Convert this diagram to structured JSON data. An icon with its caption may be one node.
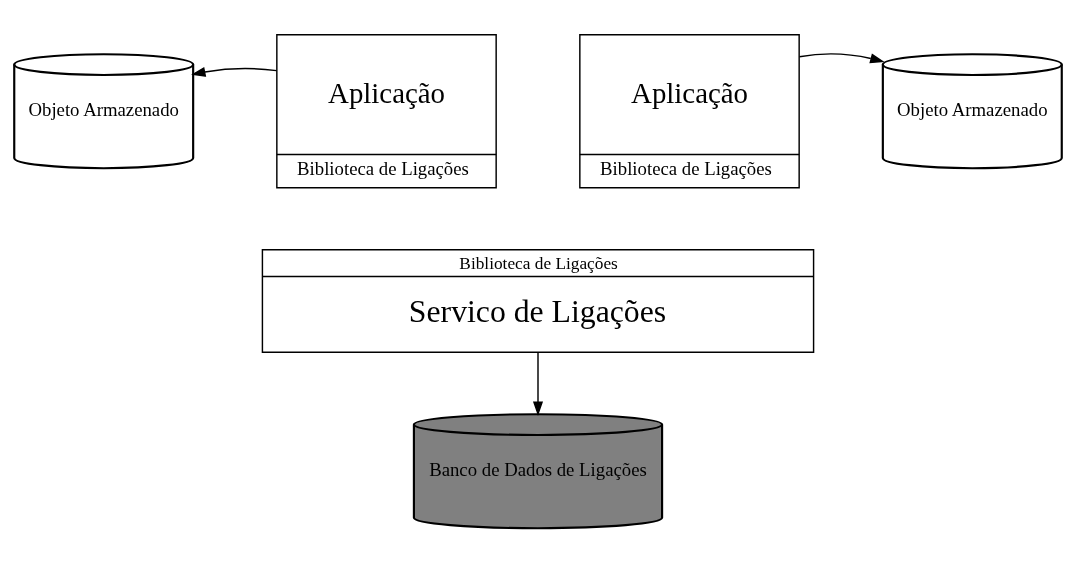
{
  "diagram": {
    "nodes": [
      {
        "text": [
          "Objeto Armazenado"
        ]
      },
      {
        "text": [
          "Aplicação",
          "Biblioteca de Ligações"
        ]
      },
      {
        "text": [
          "Aplicação",
          "Biblioteca de Ligações"
        ]
      },
      {
        "text": [
          "Objeto Armazenado"
        ]
      },
      {
        "text": [
          "Biblioteca de Ligações",
          "Servico de Ligações"
        ]
      },
      {
        "text": [
          "Banco de Dados de Ligações"
        ]
      }
    ],
    "edges": [
      {
        "from": 1,
        "to": 0,
        "arrow": "to"
      },
      {
        "from": 2,
        "to": 3,
        "arrow": "to"
      },
      {
        "from": 4,
        "to": 5,
        "arrow": "to"
      }
    ]
  }
}
